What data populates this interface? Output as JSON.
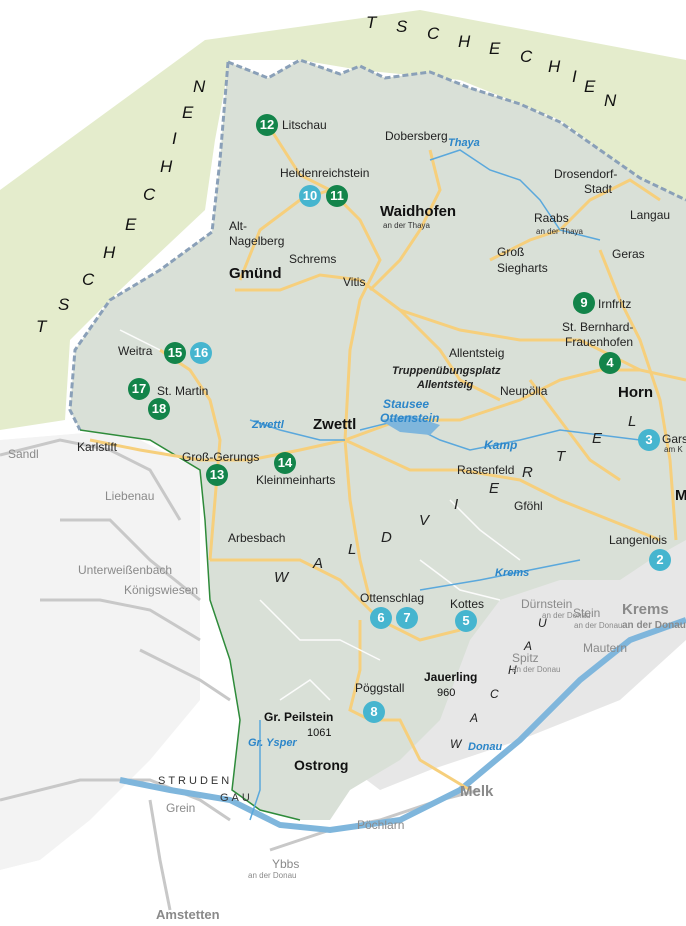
{
  "colors": {
    "region_fill": "#d9e0d7",
    "neighbor_fill": "#e4eccc",
    "road": "#f6cf7c",
    "water": "#2c86c9",
    "wachau": "#e7e7e7",
    "marker_green": "#13844a",
    "marker_blue": "#46b5cf",
    "border_green": "#2e8b3a"
  },
  "country_letters": {
    "top": [
      "T",
      "S",
      "C",
      "H",
      "E",
      "C",
      "H",
      "I",
      "E",
      "N"
    ],
    "left": [
      "T",
      "S",
      "C",
      "H",
      "E",
      "C",
      "H",
      "I",
      "E",
      "N"
    ]
  },
  "region_letters": {
    "waldviertel": [
      "W",
      "A",
      "L",
      "D",
      "V",
      "I",
      "E",
      "R",
      "T",
      "E",
      "L"
    ],
    "wachau": [
      "W",
      "A",
      "C",
      "H",
      "A",
      "U"
    ],
    "strudengau": [
      "STRUDEN",
      "GAU"
    ]
  },
  "towns": {
    "litschau": "Litschau",
    "dobersberg": "Dobersberg",
    "heidenreichstein": "Heidenreichstein",
    "drosendorf1": "Drosendorf-",
    "drosendorf2": "Stadt",
    "langau": "Langau",
    "waidhofen": "Waidhofen",
    "waidhofen_sub": "an der Thaya",
    "raabs": "Raabs",
    "raabs_sub": "an der Thaya",
    "geras": "Geras",
    "alt1": "Alt-",
    "alt2": "Nagelberg",
    "schrems": "Schrems",
    "gross1": "Groß",
    "gross2": "Siegharts",
    "gmuend": "Gmünd",
    "vitis": "Vitis",
    "irnfritz": "Irnfritz",
    "bernhard1": "St. Bernhard-",
    "bernhard2": "Frauenhofen",
    "weitra": "Weitra",
    "allentsteig": "Allentsteig",
    "tuep1": "Truppenübungsplatz",
    "tuep2": "Allentsteig",
    "stmartin": "St. Martin",
    "neupoella": "Neupölla",
    "horn": "Horn",
    "zwettl": "Zwettl",
    "karlstift": "Karlstift",
    "gars": "Gars",
    "gars_sub": "am K",
    "grossgerungs": "Groß-Gerungs",
    "kleinmeinharts": "Kleinmeinharts",
    "rastenfeld": "Rastenfeld",
    "sandl": "Sandl",
    "m": "M",
    "liebenau": "Liebenau",
    "gfoehl": "Gföhl",
    "arbesbach": "Arbesbach",
    "langenlois": "Langenlois",
    "unterweissenbach": "Unterweißenbach",
    "koenigswiesen": "Königswiesen",
    "ottenschlag": "Ottenschlag",
    "kottes": "Kottes",
    "duernstein": "Dürnstein",
    "duernstein_sub": "an der Donau",
    "stein": "Stein",
    "stein_sub": "an der Donau",
    "krems": "Krems",
    "krems_sub": "an der Donau",
    "mautern": "Mautern",
    "spitz": "Spitz",
    "spitz_sub": "an der Donau",
    "poeggstall": "Pöggstall",
    "melk": "Melk",
    "grein": "Grein",
    "ybbs": "Ybbs",
    "ybbs_sub": "an der Donau",
    "poechlarn": "Pöchlarn",
    "amstetten": "Amstetten"
  },
  "water": {
    "thaya": "Thaya",
    "stausee1": "Stausee",
    "stausee2": "Ottenstein",
    "kamp": "Kamp",
    "zwettl_river": "Zwettl",
    "krems_river": "Krems",
    "donau": "Donau",
    "ysper": "Gr. Ysper"
  },
  "peaks": {
    "jauerling": "Jauerling",
    "jauerling_elev": "960",
    "peilstein": "Gr. Peilstein",
    "peilstein_elev": "1061",
    "ostrong": "Ostrong"
  },
  "markers": [
    "2",
    "3",
    "4",
    "5",
    "6",
    "7",
    "8",
    "9",
    "10",
    "11",
    "12",
    "13",
    "14",
    "15",
    "16",
    "17",
    "18"
  ]
}
